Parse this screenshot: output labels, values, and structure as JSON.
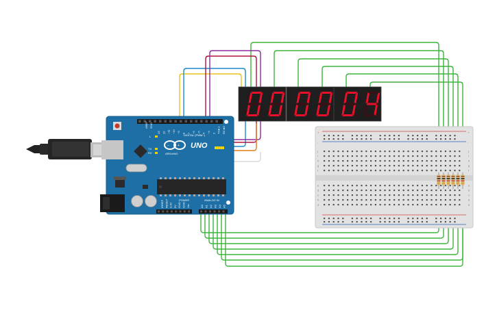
{
  "arduino": {
    "brand": "ARDUINO",
    "model": "UNO",
    "digital_label": "DIGITAL (PWM~)",
    "power_label": "POWER",
    "analog_label": "ANALOG IN",
    "aref": "AREF",
    "gnd": "GND",
    "tx": "TX",
    "rx": "RX",
    "digital_pins": [
      "13",
      "12",
      "~11",
      "~10",
      "~9",
      "8",
      "7",
      "~6",
      "~5",
      "4",
      "~3",
      "2",
      "TX►1",
      "RX◄0"
    ],
    "power_pins": [
      "IOREF",
      "RESET",
      "3.3V",
      "5V",
      "GND",
      "GND",
      "Vin"
    ],
    "analog_pins": [
      "A0",
      "A1",
      "A2",
      "A3",
      "A4",
      "A5"
    ]
  },
  "display": {
    "segment_on_color": "#e8102a",
    "segment_off_color": "#3a1015",
    "body_color": "#1e1e1e"
  },
  "breadboard": {
    "row_letters_top": [
      "j",
      "i",
      "h",
      "g",
      "f"
    ],
    "row_letters_bottom": [
      "e",
      "d",
      "c",
      "b",
      "a"
    ],
    "plus_sign": "+",
    "minus_sign": "-"
  },
  "wires": {
    "green": "#3cb43c",
    "red": "#b0103a",
    "purple": "#8a2c9c",
    "yellow": "#e8c21a",
    "blue": "#1a8acc",
    "orange": "#e07a1a",
    "white": "#d8d8d8"
  }
}
